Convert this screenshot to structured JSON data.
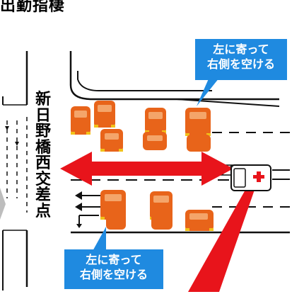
{
  "heading": "出勤指棲",
  "callout_top": {
    "line1": "左に寄って",
    "line2": "右側を空ける"
  },
  "callout_bottom": {
    "line1": "左に寄って",
    "line2": "右側を空ける"
  },
  "intersection_label": "新日野橋西交差点",
  "colors": {
    "road_line": "#111111",
    "callout_bg": "#1f8ae0",
    "arrow_red": "#e8141b",
    "car_body": "#e8641a",
    "car_light": "#f2c21a",
    "gray_chevron": "#bdbdbd"
  },
  "icons": [
    "ambulance-icon",
    "car-icon",
    "red-arrow-icon",
    "lane-arrow-icon",
    "chevron-icon"
  ]
}
